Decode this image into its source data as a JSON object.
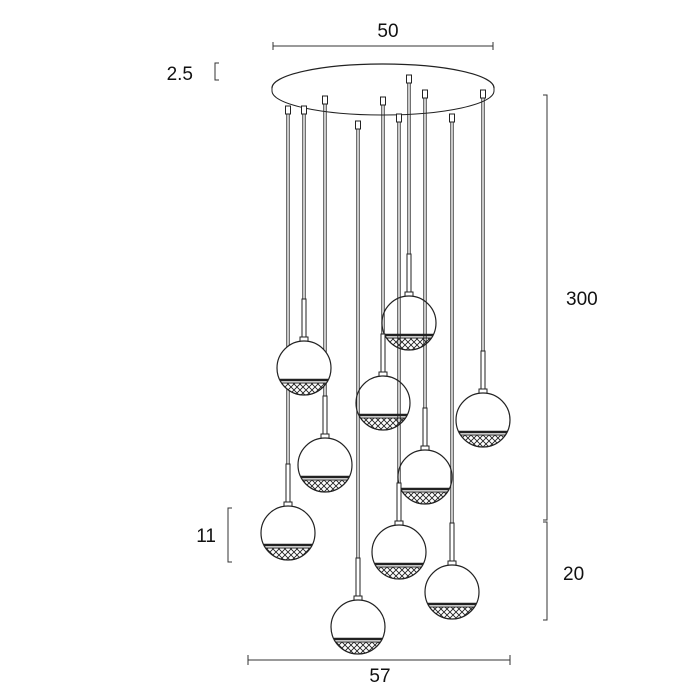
{
  "dimensions": {
    "top_width": "50",
    "canopy_height": "2.5",
    "drop_length": "300",
    "pendant_height": "11",
    "pendant_drop": "20",
    "overall_width": "57"
  },
  "colors": {
    "line": "#222222",
    "dimension": "#333333",
    "background": "#ffffff"
  }
}
